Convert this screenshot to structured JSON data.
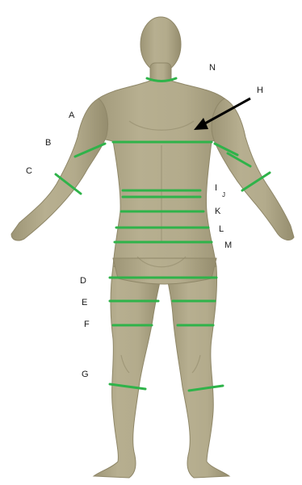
{
  "figure": {
    "body_color": "#b3ab8c",
    "body_shadow": "#8f8768",
    "band_color": "#2fb34a",
    "arrow_color": "#000000",
    "labels": {
      "A": "A",
      "B": "B",
      "C": "C",
      "D": "D",
      "E": "E",
      "F": "F",
      "G": "G",
      "H": "H",
      "I": "I",
      "J": "J",
      "K": "K",
      "L": "L",
      "M": "M",
      "N": "N"
    }
  }
}
